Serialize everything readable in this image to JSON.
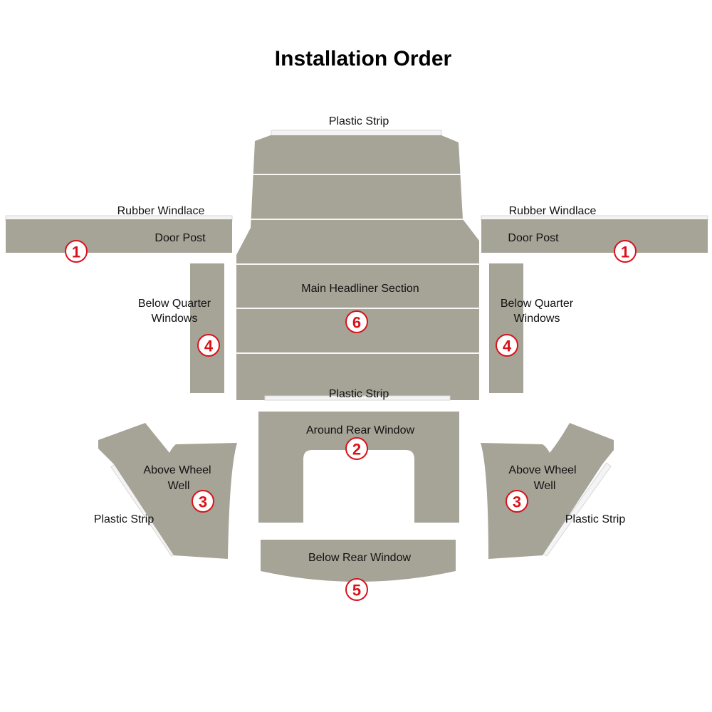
{
  "title": "Installation Order",
  "colors": {
    "panel": "#a6a397",
    "badge_accent": "#d9121b",
    "strip": "#f4f4f4"
  },
  "labels": {
    "plastic_strip_top": "Plastic Strip",
    "rubber_windlace_left": "Rubber Windlace",
    "rubber_windlace_right": "Rubber Windlace",
    "door_post_left": "Door Post",
    "door_post_right": "Door Post",
    "below_quarter_left_line1": "Below Quarter",
    "below_quarter_left_line2": "Windows",
    "below_quarter_right_line1": "Below Quarter",
    "below_quarter_right_line2": "Windows",
    "main_headliner": "Main Headliner Section",
    "plastic_strip_middle": "Plastic Strip",
    "around_rear_window": "Around Rear Window",
    "above_wheel_left_line1": "Above Wheel",
    "above_wheel_left_line2": "Well",
    "above_wheel_right_line1": "Above Wheel",
    "above_wheel_right_line2": "Well",
    "plastic_strip_left": "Plastic Strip",
    "plastic_strip_right": "Plastic Strip",
    "below_rear_window": "Below Rear Window"
  },
  "steps": {
    "door_post_left": "1",
    "door_post_right": "1",
    "around_rear_window": "2",
    "wheel_well_left": "3",
    "wheel_well_right": "3",
    "below_quarter_left": "4",
    "below_quarter_right": "4",
    "below_rear_window": "5",
    "main_headliner": "6"
  }
}
